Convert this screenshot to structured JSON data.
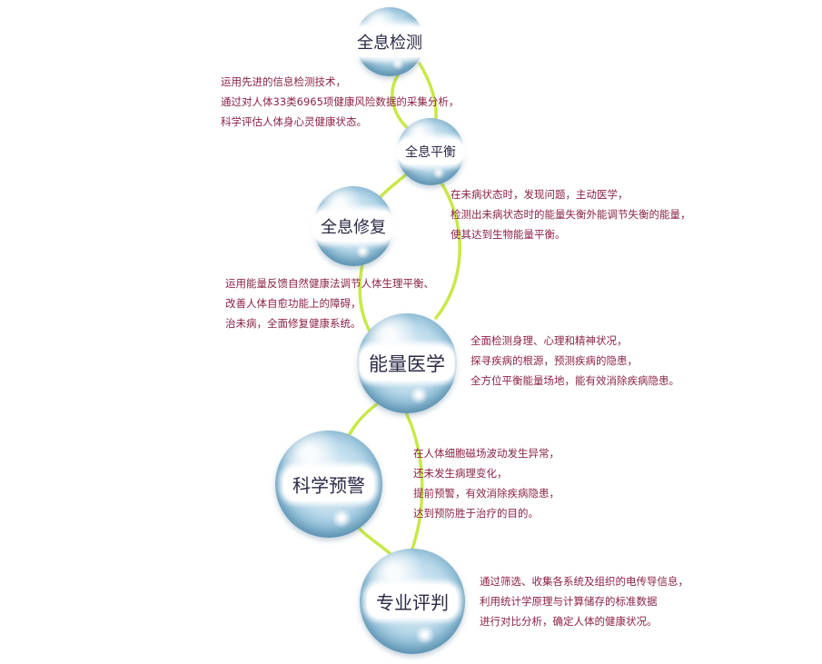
{
  "nodes": [
    {
      "title": "全息检测",
      "desc": [
        "运用先进的信息检测技术，",
        "通过对人体33类6965项健康风险数据的采集分析，",
        "科学评估人体身心灵健康状态。"
      ]
    },
    {
      "title": "全息平衡",
      "desc": [
        "在未病状态时，发现问题，主动医学，",
        "检测出未病状态时的能量失衡外能调节失衡的能量，",
        "使其达到生物能量平衡。"
      ]
    },
    {
      "title": "全息修复",
      "desc": [
        "运用能量反馈自然健康法调节人体生理平衡、",
        "改善人体自愈功能上的障碍，",
        "治未病，全面修复健康系统。"
      ]
    },
    {
      "title": "能量医学",
      "desc": [
        "全面检测身理、心理和精神状况，",
        "探寻疾病的根源，预测疾病的隐患，",
        "全方位平衡能量场地，能有效消除疾病隐患。"
      ]
    },
    {
      "title": "科学预警",
      "desc": [
        "在人体细胞磁场波动发生异常，",
        "还未发生病理变化，",
        "提前预警，有效消除疾病隐患，",
        "达到预防胜于治疗的目的。"
      ]
    },
    {
      "title": "专业评判",
      "desc": [
        "通过筛选、收集各系统及组织的电传导信息，",
        "利用统计学原理与计算储存的标准数据",
        "进行对比分析，确定人体的健康状况。"
      ]
    }
  ],
  "colors": {
    "vine": "#c9e84a",
    "vine_dark": "#a8d22a",
    "text": "#8b2346",
    "label": "#2a2a46"
  }
}
